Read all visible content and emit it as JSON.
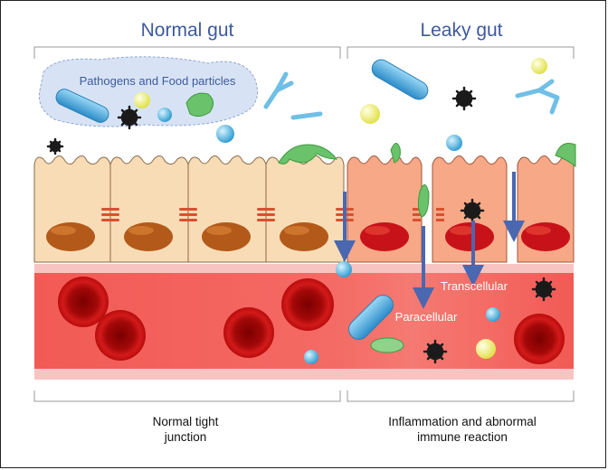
{
  "titles": {
    "left": "Normal gut",
    "right": "Leaky gut"
  },
  "cloud_label": "Pathogens and Food particles",
  "labels": {
    "transcellular": "Transcellular",
    "paracellular": "Paracellular"
  },
  "captions": {
    "left_line1": "Normal tight",
    "left_line2": "junction",
    "right_line1": "Inflammation and abnormal",
    "right_line2": "immune reaction"
  },
  "colors": {
    "title": "#3d5a9e",
    "normal_cell": "#f8dcb6",
    "leaky_cell": "#f6a887",
    "normal_nucleus": "#b3591a",
    "leaky_nucleus": "#c8121a",
    "tight_junction": "#d9502f",
    "blood_vessel": "#f25a55",
    "red_blood_cell": "#b80c0c",
    "arrow": "#4a67b0",
    "cloud": "#d7e3f5"
  }
}
